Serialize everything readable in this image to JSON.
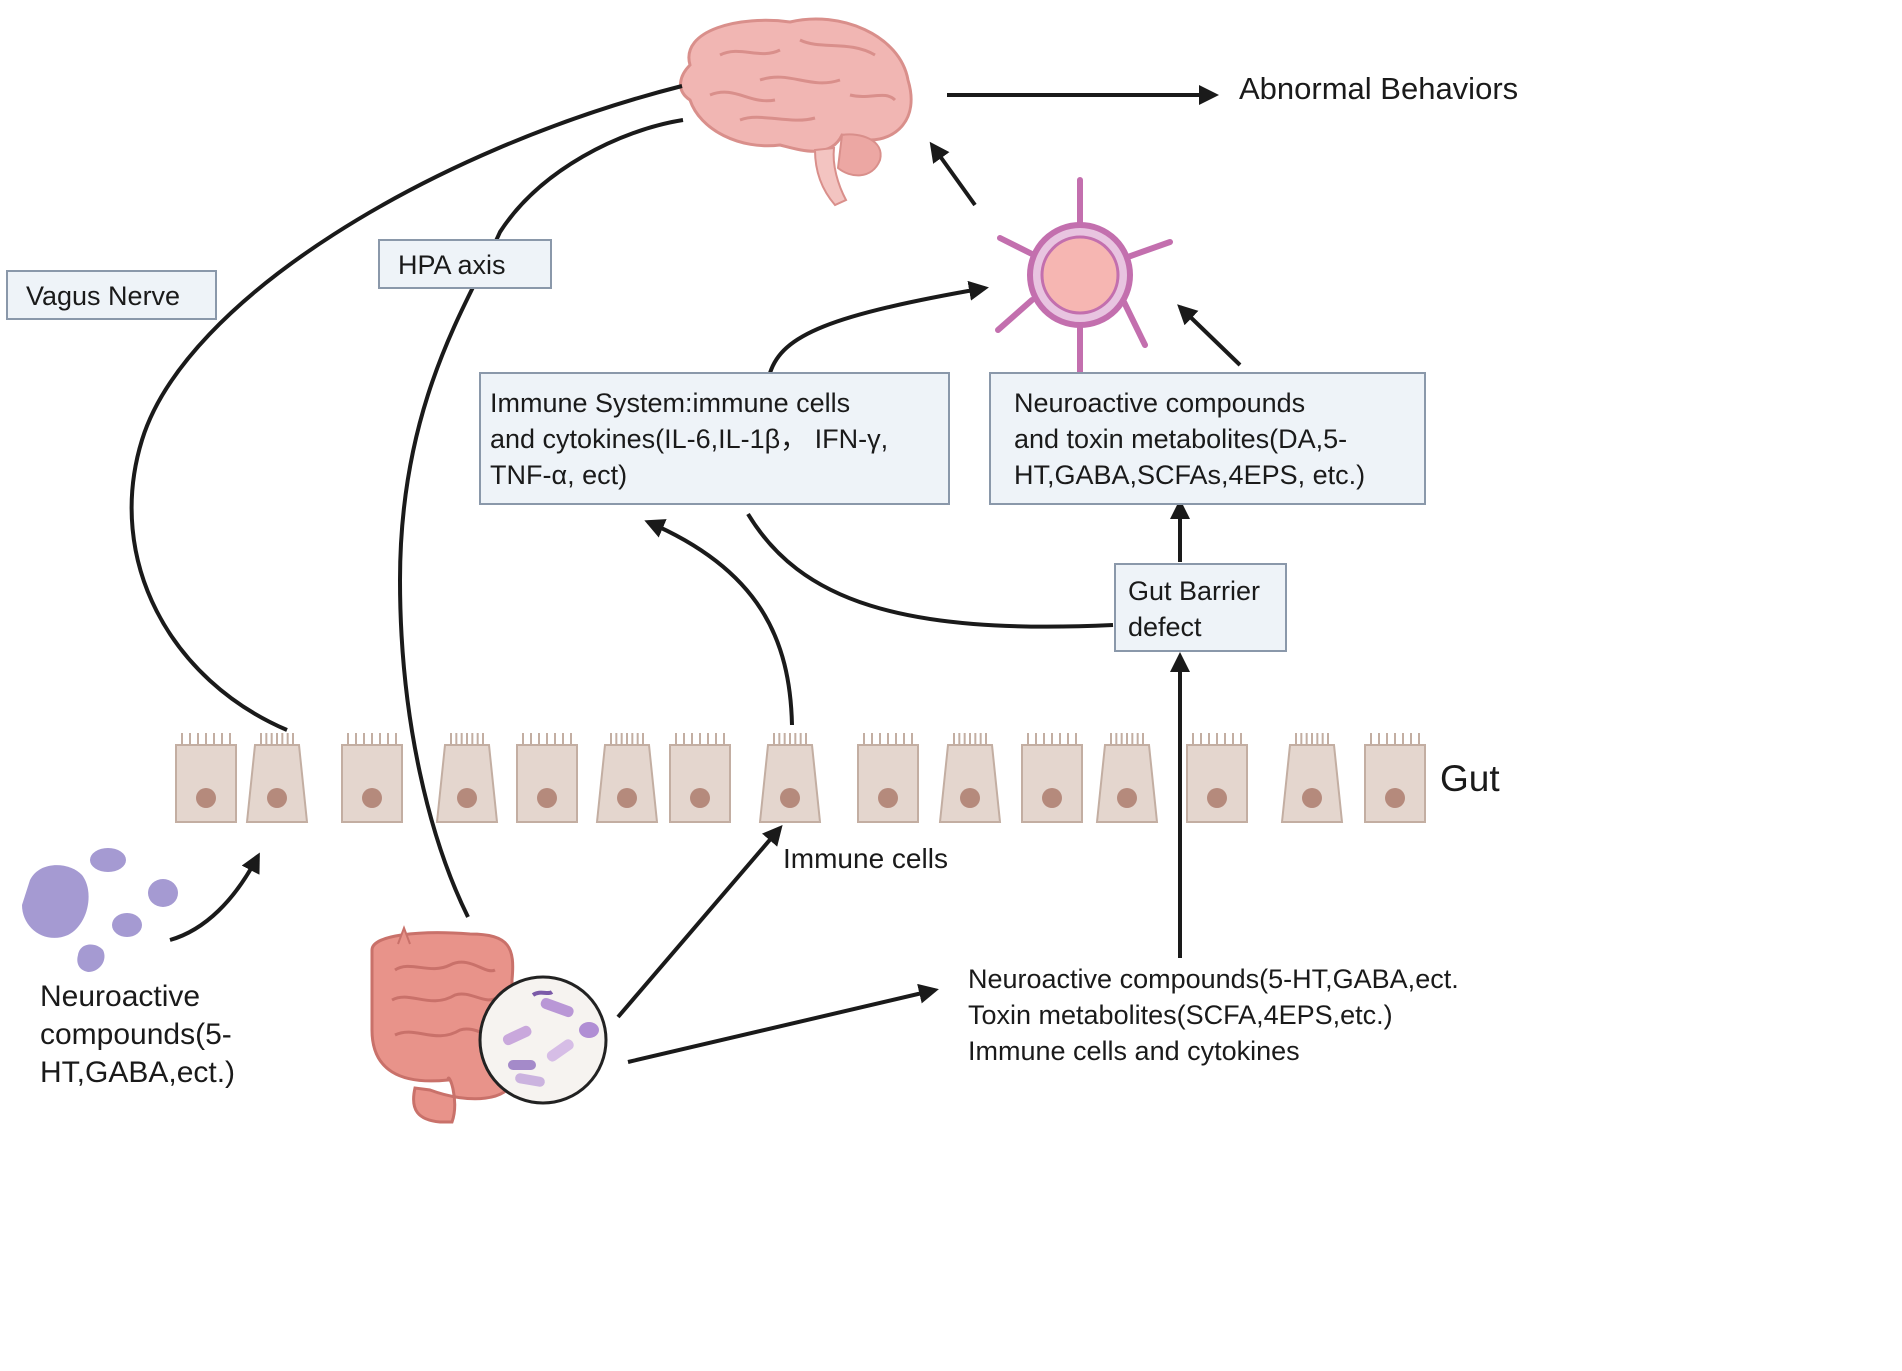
{
  "colors": {
    "arrow": "#1a1a1a",
    "box_fill": "#eef3f8",
    "box_border": "#8a98aa",
    "cell_fill": "#e4d6ce",
    "cell_border": "#c3aea2",
    "nucleus": "#b58a7c",
    "brain": "#f1b6b3",
    "vessel": "#c36fae",
    "vessel_inner": "#f6b6b2",
    "compound": "#a59ad2",
    "intestine": "#e8938a"
  },
  "boxes": {
    "vagus_nerve": "Vagus Nerve",
    "hpa_axis": "HPA axis",
    "immune_system": [
      "Immune System:immune cells",
      "and cytokines(IL-6,IL-1β， IFN-γ,",
      "TNF-α, ect)"
    ],
    "neuroactive_box": [
      "Neuroactive compounds",
      "and toxin metabolites(DA,5-",
      "HT,GABA,SCFAs,4EPS, etc.)"
    ],
    "gut_barrier": [
      "Gut Barrier",
      "defect"
    ]
  },
  "labels": {
    "abnormal_behaviors": "Abnormal Behaviors",
    "gut": "Gut",
    "immune_cells": "Immune cells",
    "left_compounds": [
      "Neuroactive",
      "compounds(5-",
      "HT,GABA,ect.)"
    ],
    "bottom_right": [
      "Neuroactive compounds(5-HT,GABA,ect.",
      "Toxin metabolites(SCFA,4EPS,etc.)",
      "Immune cells  and cytokines"
    ]
  },
  "icons": {
    "brain": "brain-icon",
    "blood_vessel": "blood-brain-barrier-icon",
    "gut_epithelium": "epithelial-cell-icon",
    "intestine": "intestine-icon",
    "microbiota": "microbiota-icon",
    "compounds": "compound-blob-icon"
  }
}
